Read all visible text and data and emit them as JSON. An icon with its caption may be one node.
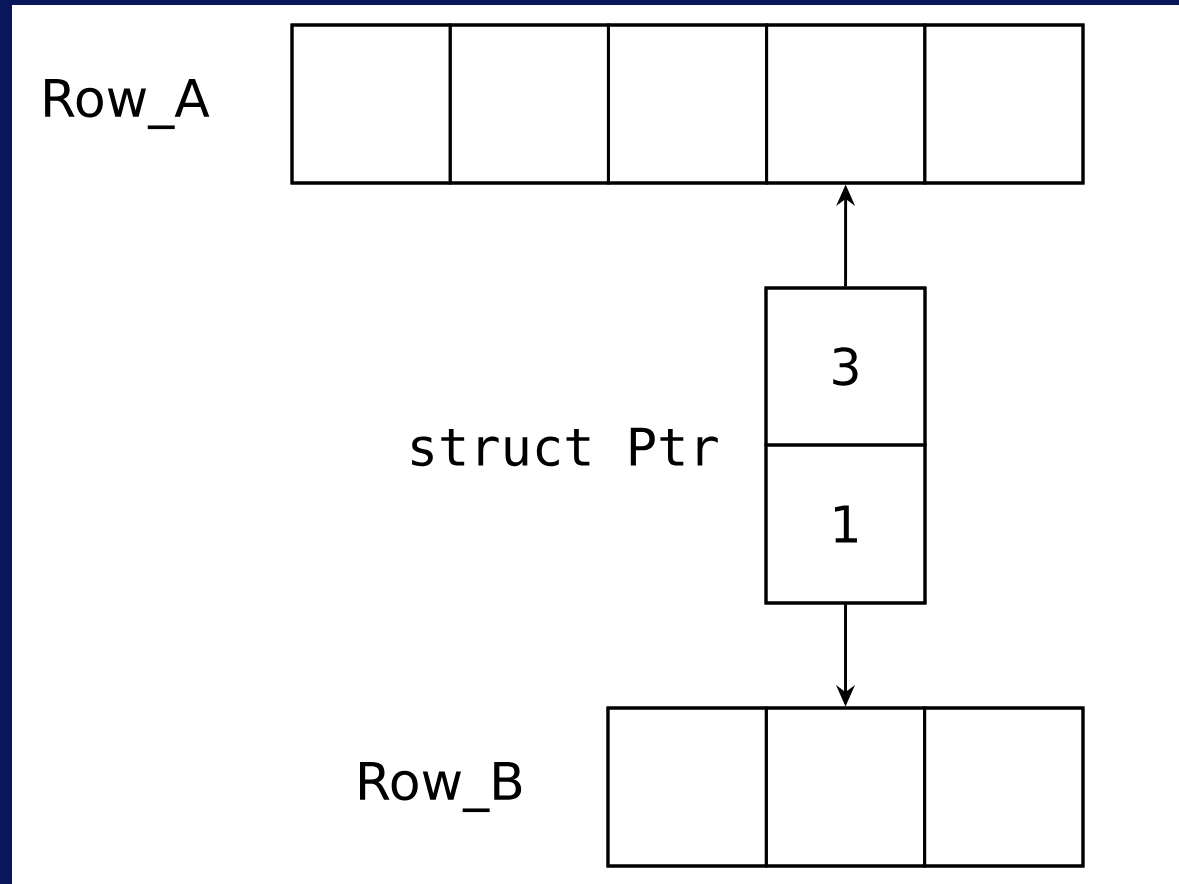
{
  "diagram": {
    "nodes": [
      {
        "text": [],
        "shape": "box",
        "beside": [
          "Row_A"
        ]
      },
      {
        "text": [],
        "shape": "box",
        "in": 0
      },
      {
        "text": [],
        "shape": "box",
        "in": 0
      },
      {
        "text": [],
        "shape": "box",
        "in": 0
      },
      {
        "text": [],
        "shape": "box",
        "in": 0
      },
      {
        "text": [],
        "shape": "box",
        "in": 0
      },
      {
        "text": [],
        "shape": "box",
        "beside": [
          "struct Ptr"
        ]
      },
      {
        "text": [
          "3"
        ],
        "in": 6
      },
      {
        "text": [
          "1"
        ],
        "in": 6
      },
      {
        "text": [],
        "shape": "box",
        "beside": [
          "Row_B"
        ]
      },
      {
        "text": [],
        "shape": "box",
        "in": 9
      },
      {
        "text": [],
        "shape": "box",
        "in": 9
      },
      {
        "text": [],
        "shape": "box",
        "in": 9
      }
    ],
    "edges": [
      {
        "from": 7,
        "to": 4,
        "arrow": "to"
      },
      {
        "from": 8,
        "to": 11,
        "arrow": "to"
      }
    ]
  }
}
